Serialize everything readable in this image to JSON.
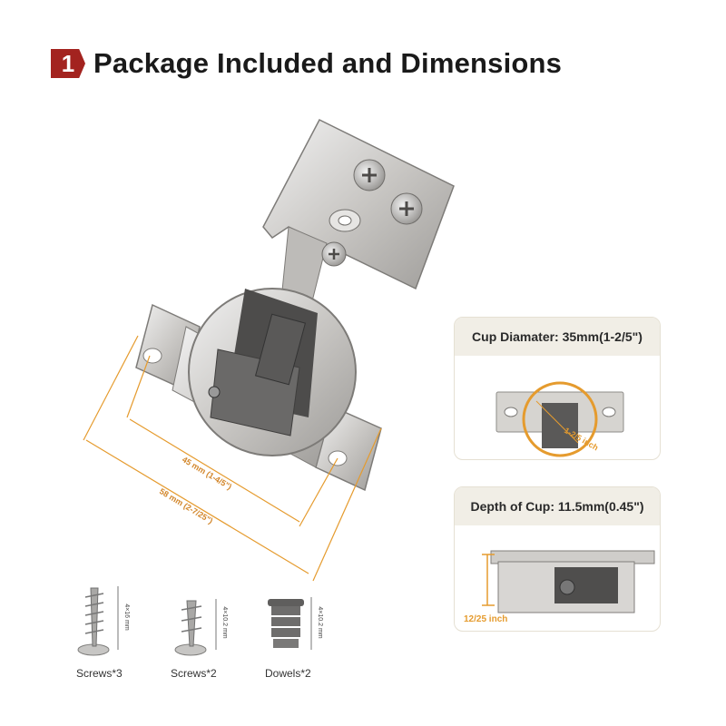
{
  "header": {
    "badge": "1",
    "title": "Package Included and Dimensions"
  },
  "main": {
    "dim_inner": "45 mm (1-4/5\")",
    "dim_outer": "58 mm (2-7/25\")"
  },
  "cards": [
    {
      "title": "Cup Diamater: 35mm(1-2/5\")",
      "annotation": "1-2/5 inch"
    },
    {
      "title": "Depth of Cup: 11.5mm(0.45\")",
      "annotation": "12/25 inch"
    }
  ],
  "parts": [
    {
      "label": "Screws*3",
      "size": "4×16 mm"
    },
    {
      "label": "Screws*2",
      "size": "4×10.2 mm"
    },
    {
      "label": "Dowels*2",
      "size": "4×10.2 mm"
    }
  ],
  "colors": {
    "accent": "#e59b2e",
    "badge": "#a3231f",
    "card_head": "#f1eee6"
  }
}
